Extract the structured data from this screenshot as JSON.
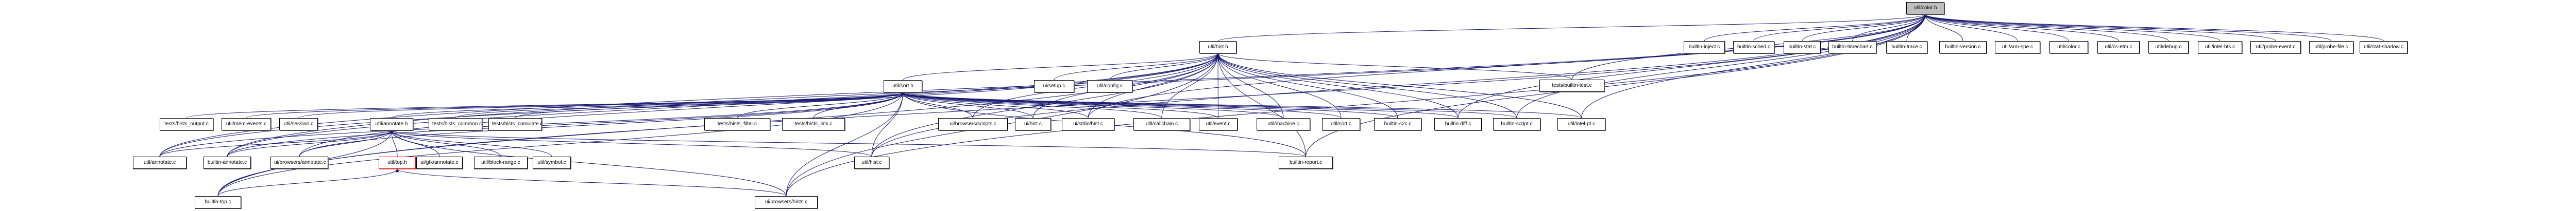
{
  "title": "util/color.h include dependency graph",
  "colors": {
    "edge": "#191970",
    "root_fill": "#bfbfbf",
    "truncated_border": "#ff0000"
  },
  "nodes": [
    {
      "id": "color_h",
      "label": "util/color.h",
      "root": true
    },
    {
      "id": "hist_h",
      "label": "util/hist.h"
    },
    {
      "id": "builtin_inject",
      "label": "builtin-inject.c"
    },
    {
      "id": "builtin_sched",
      "label": "builtin-sched.c"
    },
    {
      "id": "builtin_stat",
      "label": "builtin-stat.c"
    },
    {
      "id": "builtin_timechart",
      "label": "builtin-timechart.c"
    },
    {
      "id": "builtin_trace",
      "label": "builtin-trace.c"
    },
    {
      "id": "builtin_version",
      "label": "builtin-version.c"
    },
    {
      "id": "arm_spe",
      "label": "util/arm-spe.c"
    },
    {
      "id": "color_c",
      "label": "util/color.c"
    },
    {
      "id": "cs_etm",
      "label": "util/cs-etm.c"
    },
    {
      "id": "debug_c",
      "label": "util/debug.c"
    },
    {
      "id": "intel_bts",
      "label": "util/intel-bts.c"
    },
    {
      "id": "probe_event",
      "label": "util/probe-event.c"
    },
    {
      "id": "probe_file",
      "label": "util/probe-file.c"
    },
    {
      "id": "stat_shadow",
      "label": "util/stat-shadow.c"
    },
    {
      "id": "sort_h",
      "label": "util/sort.h"
    },
    {
      "id": "ui_setup",
      "label": "ui/setup.c"
    },
    {
      "id": "util_config",
      "label": "util/config.c"
    },
    {
      "id": "builtin_test",
      "label": "tests/builtin-test.c"
    },
    {
      "id": "hists_output",
      "label": "tests/hists_output.c"
    },
    {
      "id": "mem_events",
      "label": "util/mem-events.c"
    },
    {
      "id": "session_c",
      "label": "util/session.c"
    },
    {
      "id": "annotate_h",
      "label": "util/annotate.h"
    },
    {
      "id": "hists_common",
      "label": "tests/hists_common.c"
    },
    {
      "id": "hists_cumulate",
      "label": "tests/hists_cumulate.c"
    },
    {
      "id": "hists_filter",
      "label": "tests/hists_filter.c"
    },
    {
      "id": "hists_link",
      "label": "tests/hists_link.c"
    },
    {
      "id": "browsers_scripts",
      "label": "ui/browsers/scripts.c"
    },
    {
      "id": "ui_hist",
      "label": "ui/hist.c"
    },
    {
      "id": "stdio_hist",
      "label": "ui/stdio/hist.c"
    },
    {
      "id": "callchain_c",
      "label": "util/callchain.c"
    },
    {
      "id": "event_c",
      "label": "util/event.c"
    },
    {
      "id": "machine_c",
      "label": "util/machine.c"
    },
    {
      "id": "sort_c",
      "label": "util/sort.c"
    },
    {
      "id": "builtin_c2c",
      "label": "builtin-c2c.c"
    },
    {
      "id": "builtin_diff",
      "label": "builtin-diff.c"
    },
    {
      "id": "builtin_script",
      "label": "builtin-script.c"
    },
    {
      "id": "intel_pt",
      "label": "util/intel-pt.c"
    },
    {
      "id": "annotate_c",
      "label": "util/annotate.c"
    },
    {
      "id": "builtin_annotate",
      "label": "builtin-annotate.c"
    },
    {
      "id": "browsers_annotate",
      "label": "ui/browsers/annotate.c"
    },
    {
      "id": "top_h",
      "label": "util/top.h",
      "truncated": true
    },
    {
      "id": "gtk_annotate",
      "label": "ui/gtk/annotate.c"
    },
    {
      "id": "block_range",
      "label": "util/block-range.c"
    },
    {
      "id": "symbol_c",
      "label": "util/symbol.c"
    },
    {
      "id": "hist_c",
      "label": "util/hist.c"
    },
    {
      "id": "builtin_report",
      "label": "builtin-report.c"
    },
    {
      "id": "builtin_top",
      "label": "builtin-top.c"
    },
    {
      "id": "browsers_hists",
      "label": "ui/browsers/hists.c"
    }
  ],
  "edges": [
    [
      "hist_h",
      "color_h"
    ],
    [
      "builtin_inject",
      "color_h"
    ],
    [
      "builtin_sched",
      "color_h"
    ],
    [
      "builtin_stat",
      "color_h"
    ],
    [
      "builtin_timechart",
      "color_h"
    ],
    [
      "builtin_trace",
      "color_h"
    ],
    [
      "builtin_version",
      "color_h"
    ],
    [
      "arm_spe",
      "color_h"
    ],
    [
      "color_c",
      "color_h"
    ],
    [
      "cs_etm",
      "color_h"
    ],
    [
      "debug_c",
      "color_h"
    ],
    [
      "intel_bts",
      "color_h"
    ],
    [
      "probe_event",
      "color_h"
    ],
    [
      "probe_file",
      "color_h"
    ],
    [
      "stat_shadow",
      "color_h"
    ],
    [
      "builtin_test",
      "color_h"
    ],
    [
      "intel_pt",
      "color_h"
    ],
    [
      "builtin_script",
      "color_h"
    ],
    [
      "builtin_diff",
      "color_h"
    ],
    [
      "builtin_top",
      "color_h"
    ],
    [
      "builtin_annotate",
      "color_h"
    ],
    [
      "annotate_c",
      "color_h"
    ],
    [
      "hist_c",
      "color_h"
    ],
    [
      "builtin_report",
      "color_h"
    ],
    [
      "browsers_hists",
      "color_h"
    ],
    [
      "stdio_hist",
      "color_h"
    ],
    [
      "sort_h",
      "hist_h"
    ],
    [
      "ui_setup",
      "hist_h"
    ],
    [
      "util_config",
      "hist_h"
    ],
    [
      "builtin_test",
      "hist_h"
    ],
    [
      "browsers_scripts",
      "hist_h"
    ],
    [
      "ui_hist",
      "hist_h"
    ],
    [
      "stdio_hist",
      "hist_h"
    ],
    [
      "callchain_c",
      "hist_h"
    ],
    [
      "event_c",
      "hist_h"
    ],
    [
      "machine_c",
      "hist_h"
    ],
    [
      "sort_c",
      "hist_h"
    ],
    [
      "builtin_c2c",
      "hist_h"
    ],
    [
      "builtin_diff",
      "hist_h"
    ],
    [
      "builtin_script",
      "hist_h"
    ],
    [
      "intel_pt",
      "hist_h"
    ],
    [
      "hist_c",
      "hist_h"
    ],
    [
      "builtin_report",
      "hist_h"
    ],
    [
      "builtin_top",
      "hist_h"
    ],
    [
      "browsers_hists",
      "hist_h"
    ],
    [
      "annotate_c",
      "hist_h"
    ],
    [
      "builtin_annotate",
      "hist_h"
    ],
    [
      "browsers_annotate",
      "hist_h"
    ],
    [
      "hists_output",
      "sort_h"
    ],
    [
      "mem_events",
      "sort_h"
    ],
    [
      "session_c",
      "sort_h"
    ],
    [
      "annotate_h",
      "sort_h"
    ],
    [
      "hists_common",
      "sort_h"
    ],
    [
      "hists_cumulate",
      "sort_h"
    ],
    [
      "hists_filter",
      "sort_h"
    ],
    [
      "hists_link",
      "sort_h"
    ],
    [
      "browsers_scripts",
      "sort_h"
    ],
    [
      "ui_hist",
      "sort_h"
    ],
    [
      "stdio_hist",
      "sort_h"
    ],
    [
      "callchain_c",
      "sort_h"
    ],
    [
      "event_c",
      "sort_h"
    ],
    [
      "machine_c",
      "sort_h"
    ],
    [
      "sort_c",
      "sort_h"
    ],
    [
      "builtin_c2c",
      "sort_h"
    ],
    [
      "builtin_diff",
      "sort_h"
    ],
    [
      "builtin_script",
      "sort_h"
    ],
    [
      "intel_pt",
      "sort_h"
    ],
    [
      "hist_c",
      "sort_h"
    ],
    [
      "builtin_report",
      "sort_h"
    ],
    [
      "builtin_top",
      "sort_h"
    ],
    [
      "browsers_hists",
      "sort_h"
    ],
    [
      "annotate_c",
      "sort_h"
    ],
    [
      "builtin_annotate",
      "sort_h"
    ],
    [
      "browsers_annotate",
      "sort_h"
    ],
    [
      "annotate_c",
      "annotate_h"
    ],
    [
      "builtin_annotate",
      "annotate_h"
    ],
    [
      "browsers_annotate",
      "annotate_h"
    ],
    [
      "top_h",
      "annotate_h"
    ],
    [
      "gtk_annotate",
      "annotate_h"
    ],
    [
      "block_range",
      "annotate_h"
    ],
    [
      "symbol_c",
      "annotate_h"
    ],
    [
      "hist_c",
      "annotate_h"
    ],
    [
      "builtin_report",
      "annotate_h"
    ],
    [
      "browsers_hists",
      "annotate_h"
    ],
    [
      "builtin_top",
      "annotate_h"
    ],
    [
      "builtin_top",
      "top_h"
    ],
    [
      "browsers_hists",
      "top_h"
    ]
  ]
}
